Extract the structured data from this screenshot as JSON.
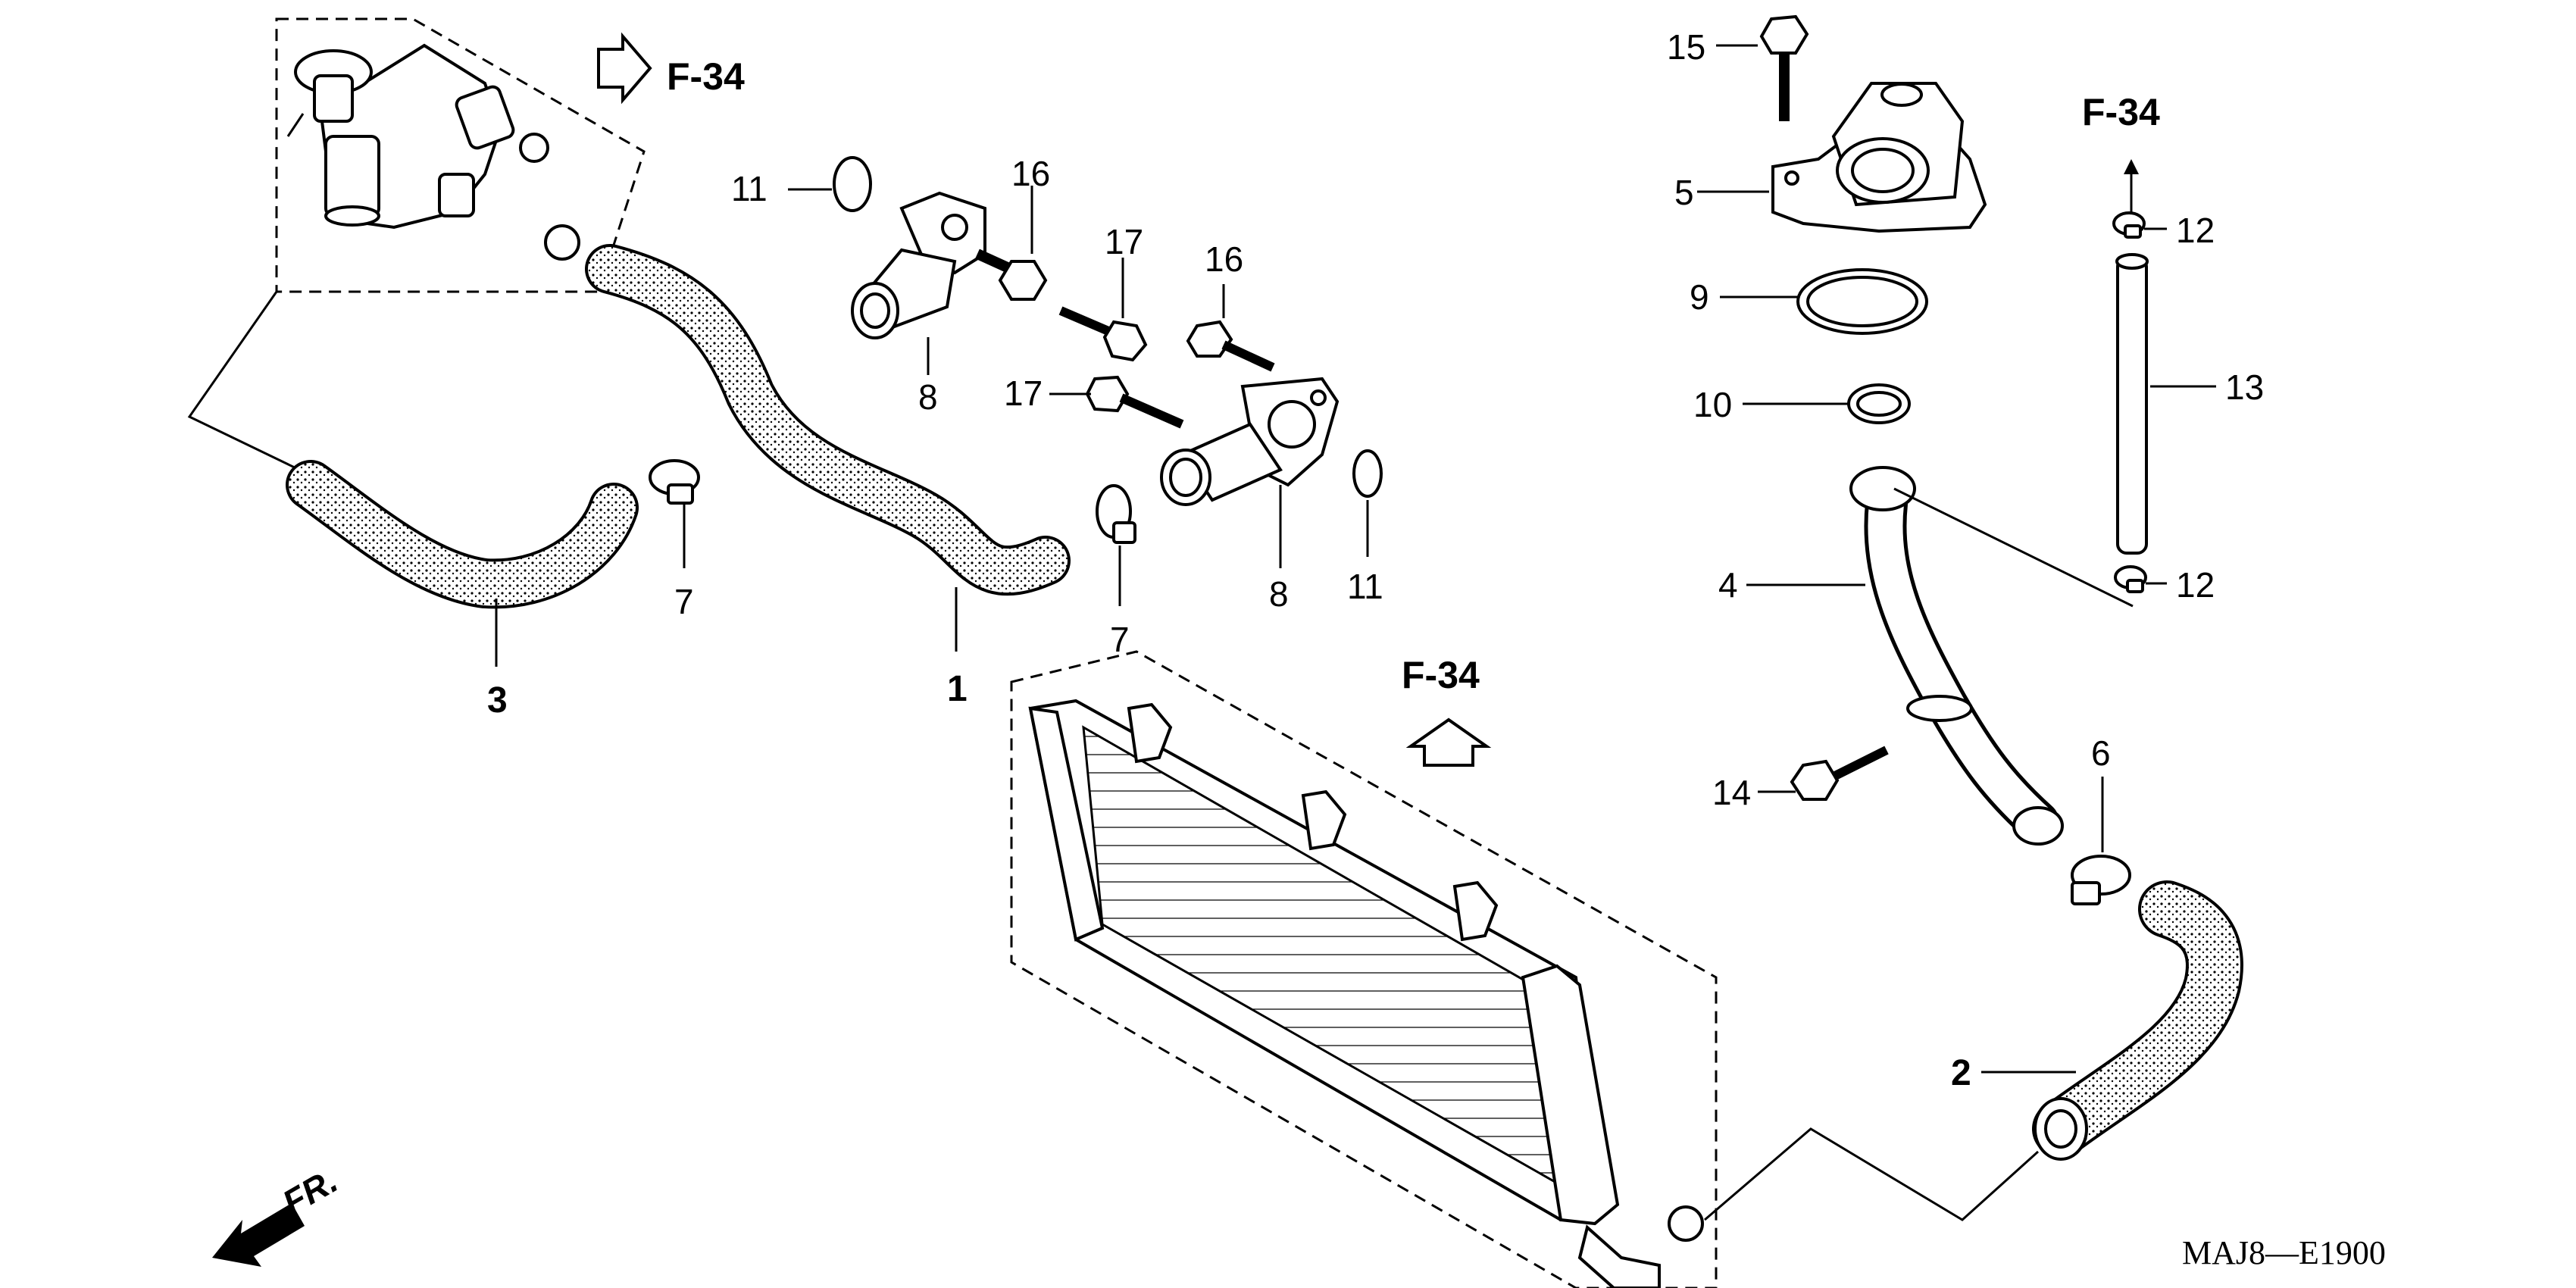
{
  "callouts": {
    "c1": "1",
    "c2": "2",
    "c3": "3",
    "c4": "4",
    "c5": "5",
    "c6": "6",
    "c7a": "7",
    "c7b": "7",
    "c8a": "8",
    "c8b": "8",
    "c9": "9",
    "c10": "10",
    "c11a": "11",
    "c11b": "11",
    "c12a": "12",
    "c12b": "12",
    "c13": "13",
    "c14": "14",
    "c15": "15",
    "c16a": "16",
    "c16b": "16",
    "c17a": "17",
    "c17b": "17"
  },
  "references": {
    "top_left": "F-34",
    "top_right": "F-34",
    "center": "F-34"
  },
  "front_indicator": "FR.",
  "diagram_code": "MAJ8—E1900",
  "icons": [
    "reference-arrow-icon",
    "front-direction-arrow-icon"
  ]
}
